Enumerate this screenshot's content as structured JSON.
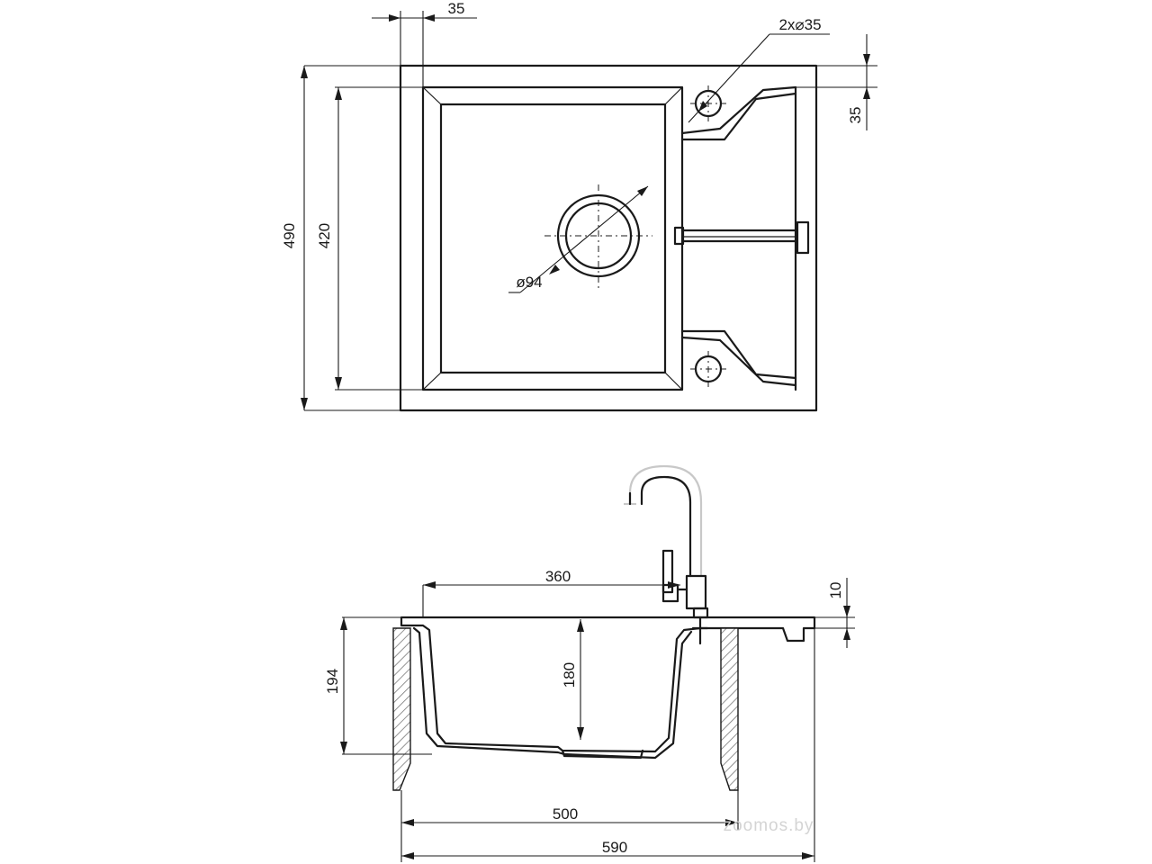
{
  "top_view": {
    "overall_depth": "490",
    "bowl_depth": "420",
    "rim_offset": "35",
    "tap_holes": "2x⌀35",
    "tap_hole_offset": "35",
    "drain_diameter": "ø94"
  },
  "side_view": {
    "overall_height": "194",
    "bowl_height": "180",
    "bowl_width": "360",
    "rim_thickness": "10",
    "cabinet_width": "500",
    "overall_width": "590"
  },
  "watermark": "zoomos.by"
}
